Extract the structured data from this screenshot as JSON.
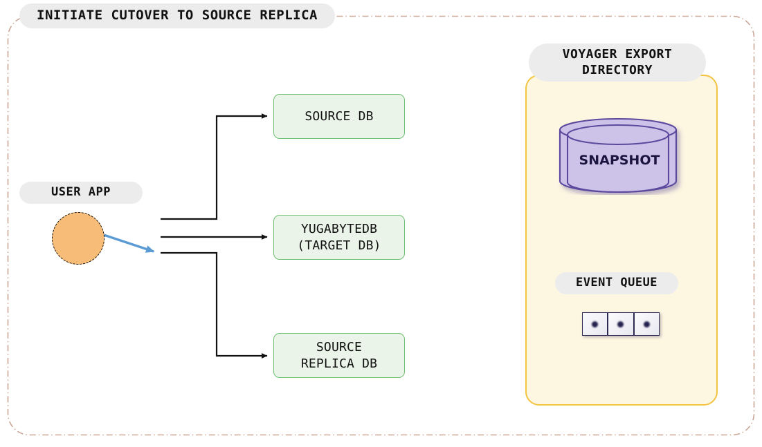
{
  "diagram": {
    "title": "INITIATE CUTOVER TO SOURCE REPLICA",
    "background_color": "#ffffff",
    "frame_border_color": "#c9a696"
  },
  "user_app": {
    "label": "USER APP",
    "shape": "circle",
    "fill_color": "#f7bc78",
    "border_color": "#111111",
    "border_style": "dashed"
  },
  "databases": [
    {
      "name": "source-db",
      "label": "SOURCE DB",
      "fill_color": "#eaf4e8",
      "border_color": "#6fbf73"
    },
    {
      "name": "yugabytedb-target",
      "label": "YUGABYTEDB\n(TARGET DB)",
      "fill_color": "#eaf4e8",
      "border_color": "#6fbf73"
    },
    {
      "name": "source-replica-db",
      "label": "SOURCE\nREPLICA DB",
      "fill_color": "#eaf4e8",
      "border_color": "#6fbf73"
    }
  ],
  "connectors": {
    "app_to_bus_color": "#5b9bd5",
    "bus_to_db_color": "#111111",
    "description": "User app connects to a shared bus that branches to source db, target db and source replica db"
  },
  "voyager": {
    "title": "VOYAGER EXPORT\nDIRECTORY",
    "fill_color": "#fdf6e1",
    "border_color": "#f3c43f",
    "snapshot": {
      "label": "SNAPSHOT",
      "fill_color": "#cdc3e8",
      "border_color": "#5b4a9e",
      "shape": "cylinder"
    },
    "event_queue": {
      "title": "EVENT QUEUE",
      "cell_count": 3,
      "cell_fill_color": "#f0f0f6",
      "cell_border_color": "#2c2a52",
      "dot_color": "#25224f",
      "border_style": "dash-dot"
    }
  }
}
